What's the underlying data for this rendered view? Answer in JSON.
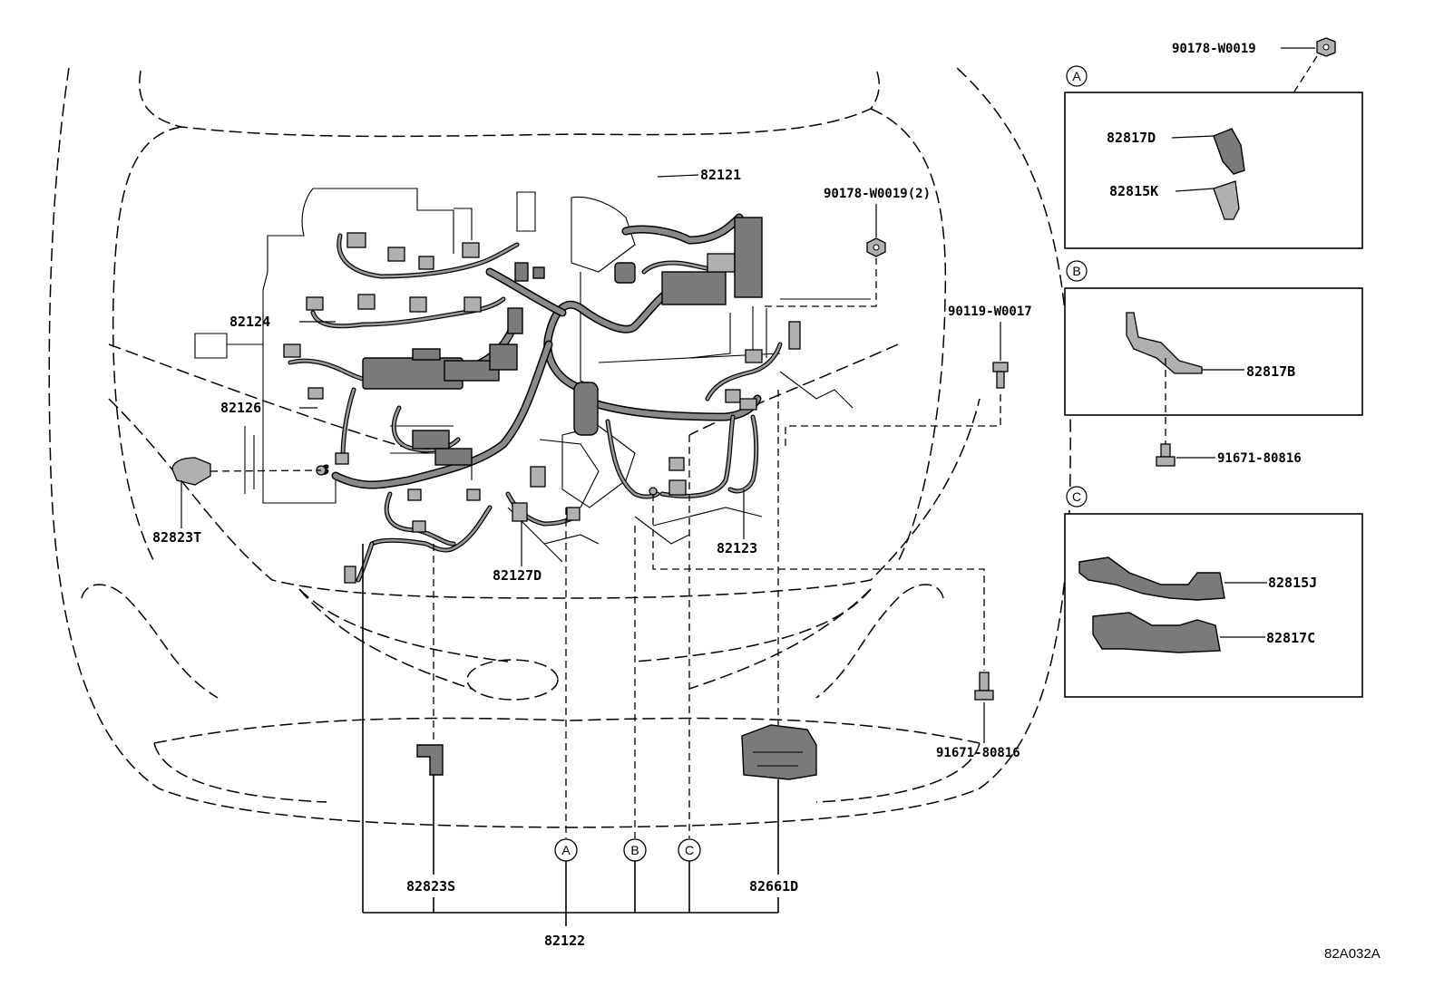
{
  "figure_id": "82A032A",
  "labels": {
    "p82121": "82121",
    "p82124": "82124",
    "p82126": "82126",
    "p82823T": "82823T",
    "p82127D": "82127D",
    "p82123": "82123",
    "p82823S": "82823S",
    "p82661D": "82661D",
    "p82122": "82122",
    "p90178_W0019_2": "90178-W0019(2)",
    "p90119_W0017": "90119-W0017",
    "p91671_80816_main": "91671-80816",
    "p90178_W0019_a": "90178-W0019",
    "p82817D": "82817D",
    "p82815K": "82815K",
    "p82817B": "82817B",
    "p91671_80816_b": "91671-80816",
    "p82815J": "82815J",
    "p82817C": "82817C"
  },
  "callouts": {
    "a": "A",
    "b": "B",
    "c": "C"
  },
  "panels": {
    "a_tag": "A",
    "b_tag": "B",
    "c_tag": "C"
  }
}
